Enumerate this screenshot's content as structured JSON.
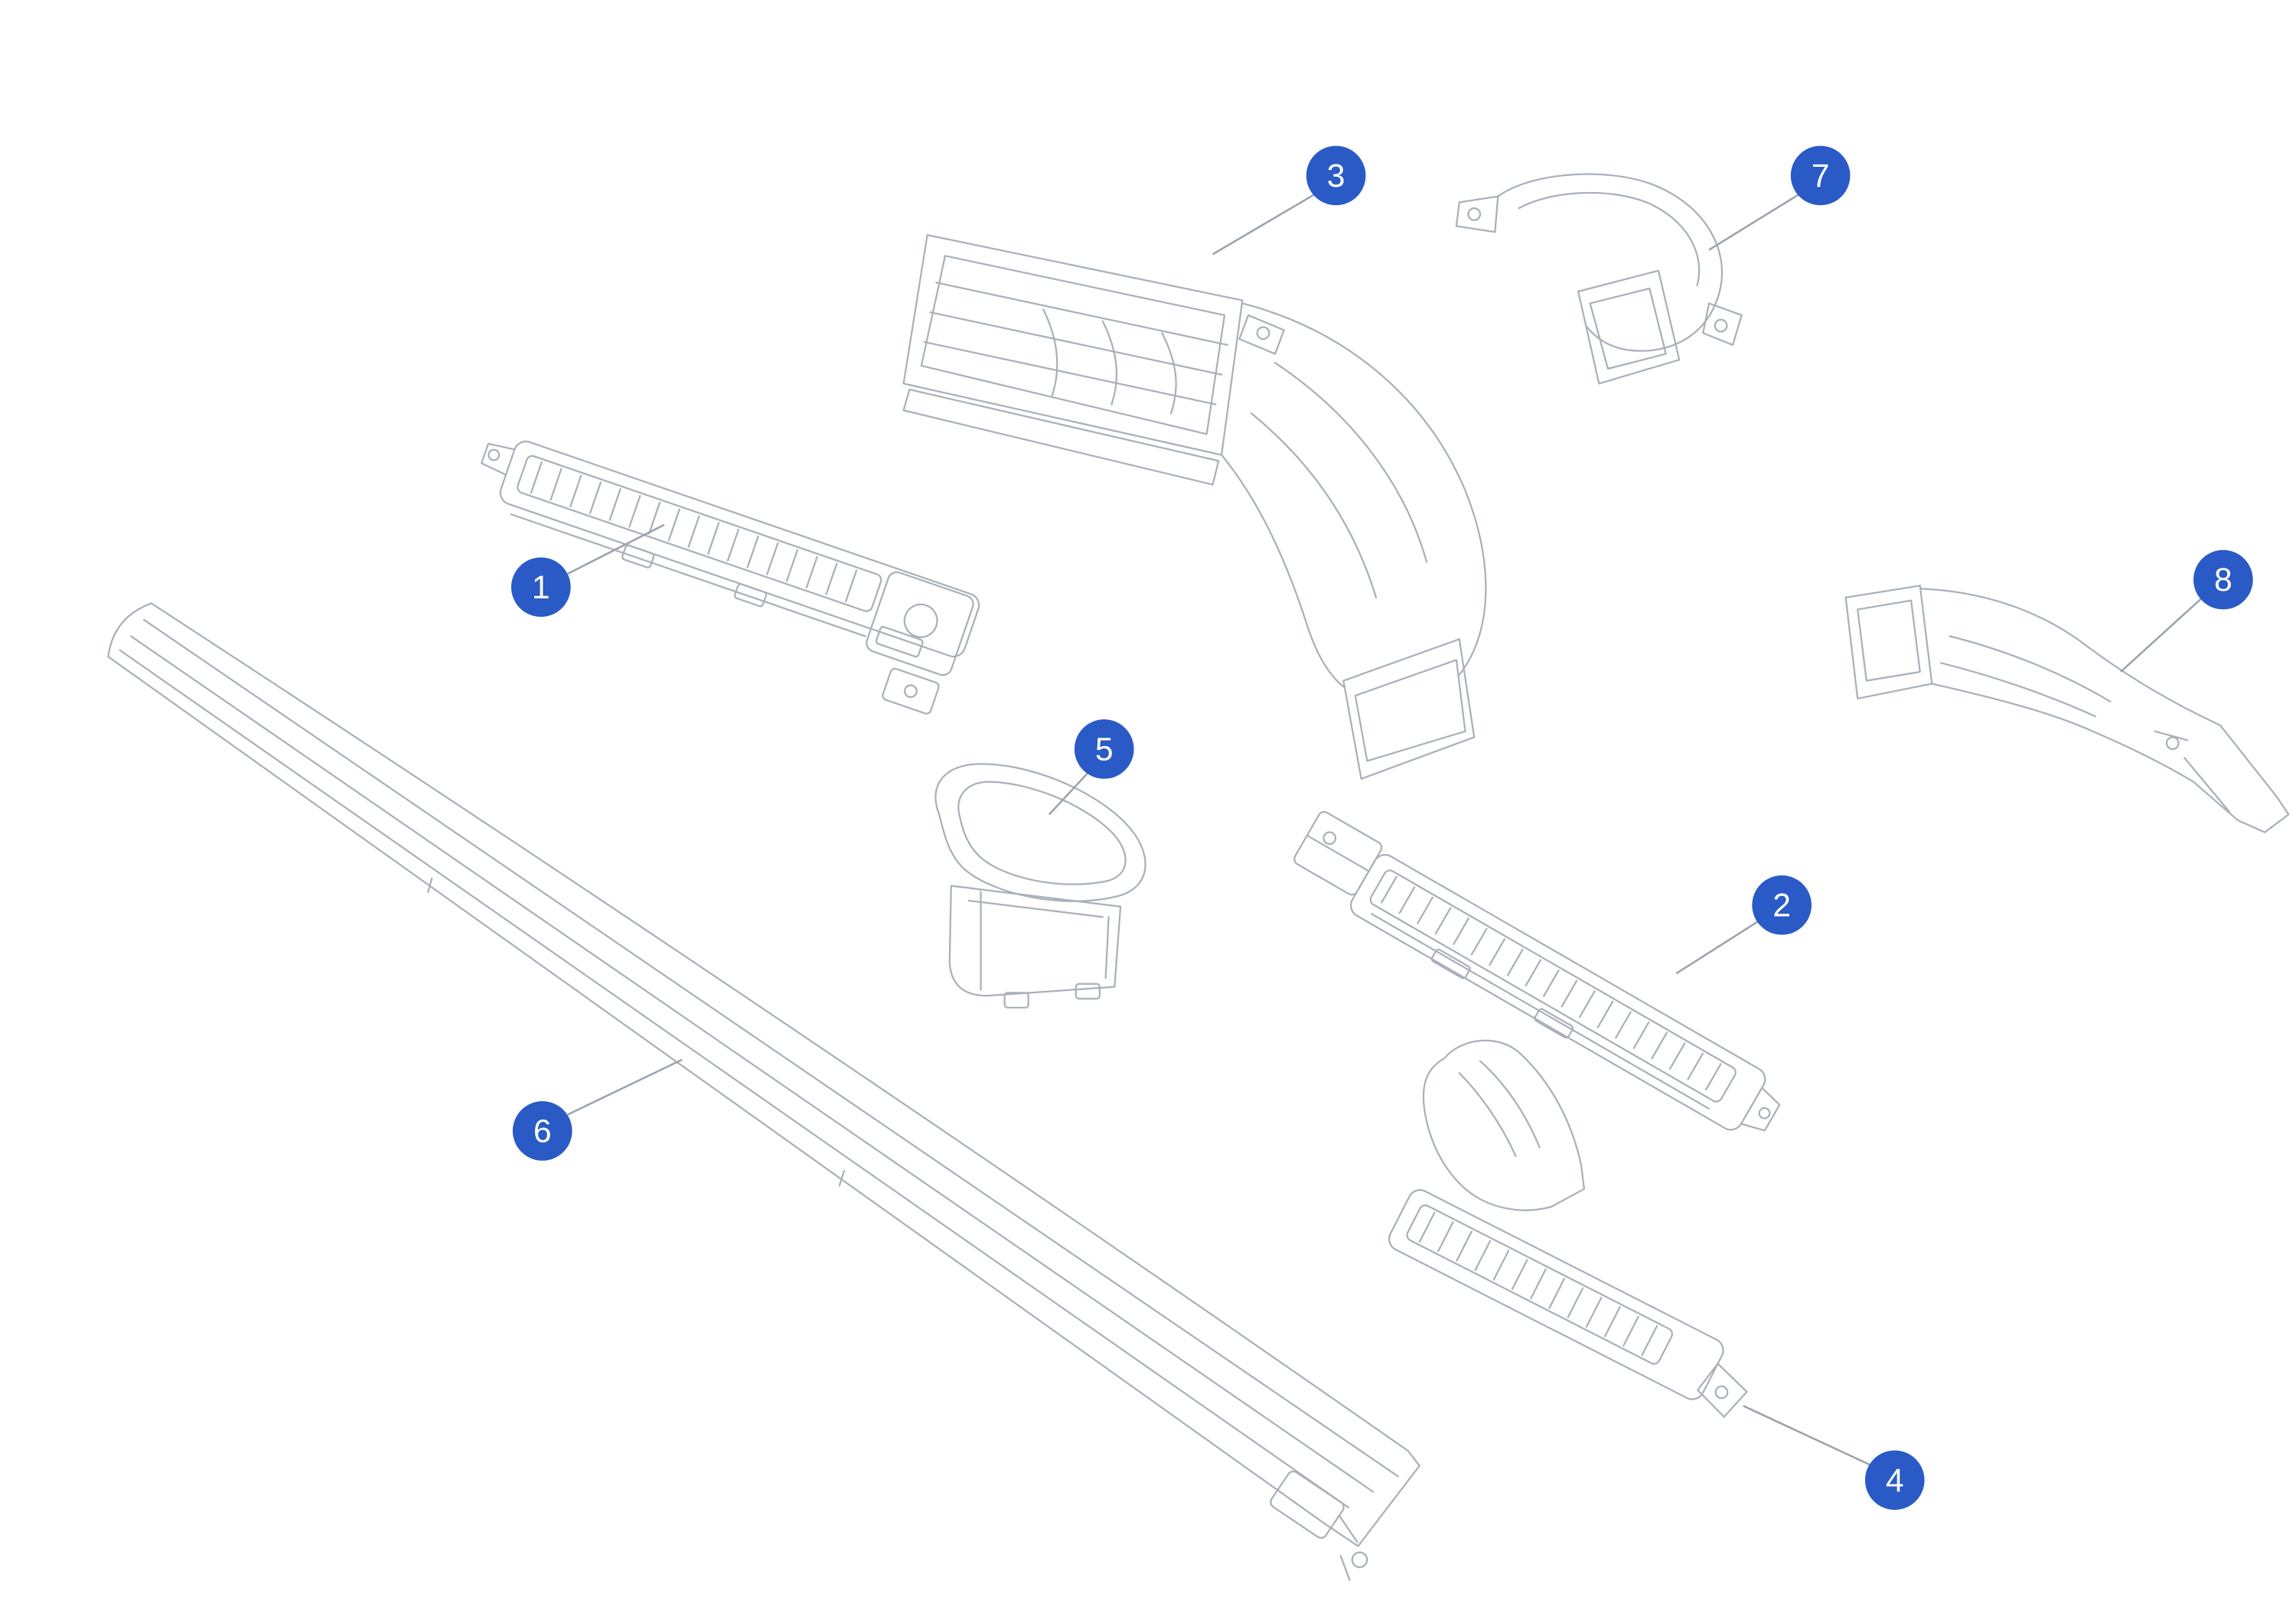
{
  "diagram": {
    "type": "exploded-parts-diagram",
    "background_color": "#ffffff",
    "artwork_stroke_color": "#a9b0ba",
    "artwork_detail_color": "#8e96a2",
    "leader_line_color": "#9aa2ad",
    "badge": {
      "fill_color": "#2a5ac6",
      "text_color": "#ffffff"
    },
    "callouts": [
      {
        "label": "1"
      },
      {
        "label": "2"
      },
      {
        "label": "3"
      },
      {
        "label": "4"
      },
      {
        "label": "5"
      },
      {
        "label": "6"
      },
      {
        "label": "7"
      },
      {
        "label": "8"
      }
    ]
  }
}
